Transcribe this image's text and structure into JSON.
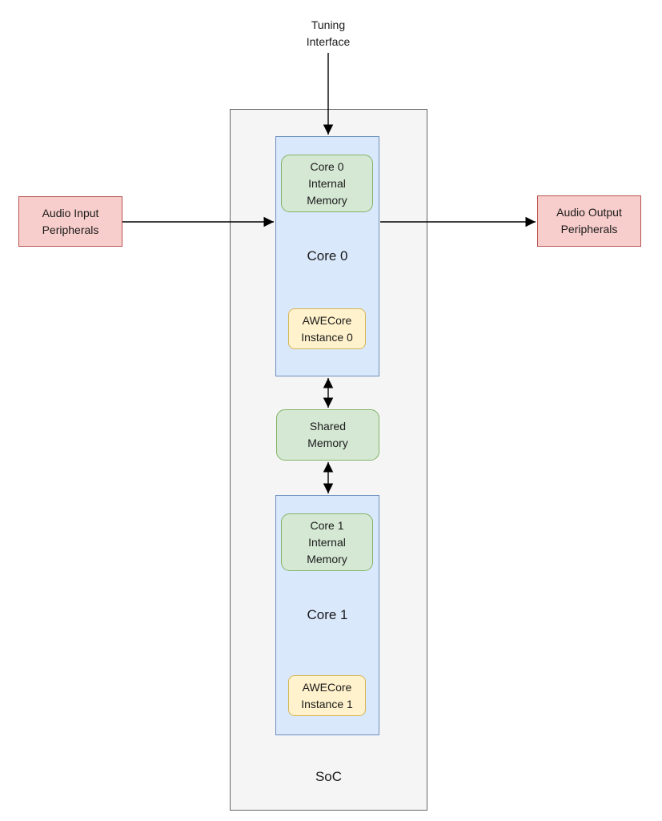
{
  "diagram_title": "SoC dual-core AWECore architecture",
  "colors": {
    "canvas-bg": "#ffffff",
    "soc-fill": "#f5f5f5",
    "soc-stroke": "#666666",
    "blue-fill": "#dae8fc",
    "blue-stroke": "#6c8ebf",
    "green-fill": "#d5e8d4",
    "green-stroke": "#82b366",
    "yellow-fill": "#fff2cc",
    "yellow-stroke": "#d6b656",
    "pink-fill": "#f8cecc",
    "pink-stroke": "#b85450",
    "arrow": "#000000",
    "text": "#1a1a1a"
  },
  "nodes": {
    "tuning_interface": "Tuning\nInterface",
    "audio_input": "Audio Input\nPeripherals",
    "audio_output": "Audio Output\nPeripherals",
    "soc": "SoC",
    "core0": "Core 0",
    "core0_memory": "Core 0\nInternal\nMemory",
    "awecore0": "AWECore\nInstance 0",
    "shared_memory": "Shared\nMemory",
    "core1": "Core 1",
    "core1_memory": "Core 1\nInternal\nMemory",
    "awecore1": "AWECore\nInstance 1"
  },
  "edges": [
    {
      "from": "tuning_interface",
      "to": "core0",
      "arrows": "single",
      "direction": "down"
    },
    {
      "from": "audio_input",
      "to": "core0",
      "arrows": "single",
      "direction": "right"
    },
    {
      "from": "core0",
      "to": "audio_output",
      "arrows": "single",
      "direction": "right"
    },
    {
      "from": "core0",
      "to": "shared_memory",
      "arrows": "double",
      "direction": "vertical"
    },
    {
      "from": "shared_memory",
      "to": "core1",
      "arrows": "double",
      "direction": "vertical"
    }
  ]
}
